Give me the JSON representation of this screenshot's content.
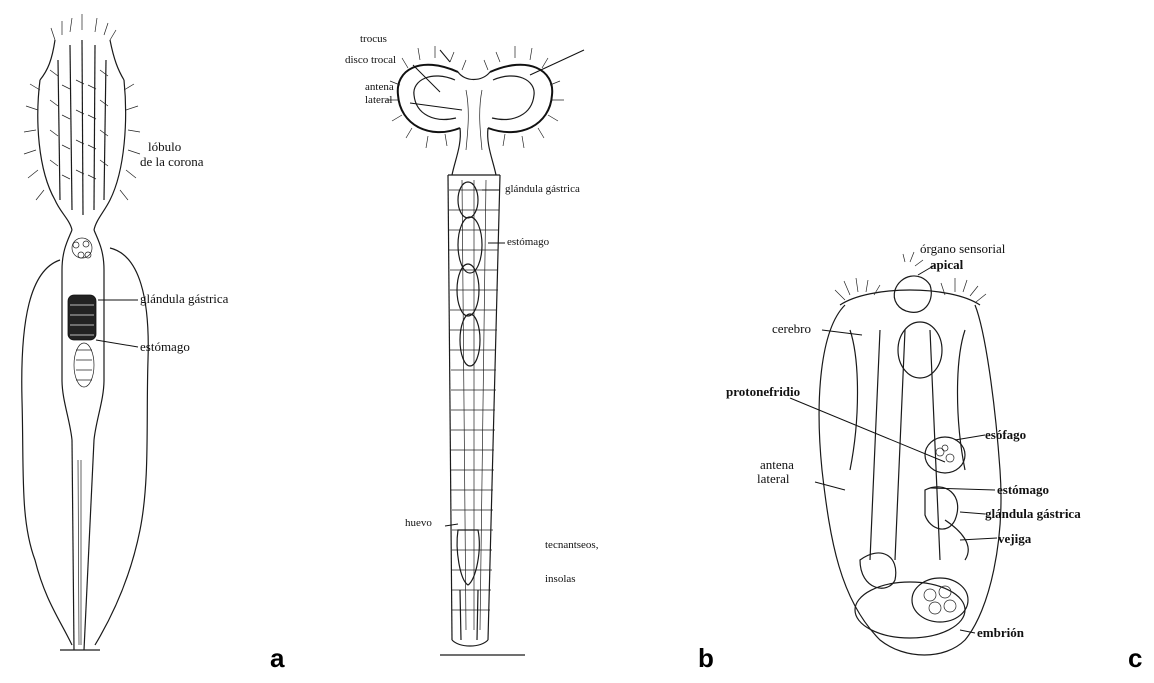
{
  "panels": [
    {
      "letter": "a",
      "labels": {
        "lobulo": "lóbulo",
        "corona": "de la corona",
        "glandula": "glándula gástrica",
        "estomago": "estómago"
      }
    },
    {
      "letter": "b",
      "labels": {
        "trocus": "trocus",
        "disco": "disco trocal",
        "antena1": "antena",
        "antena2": "lateral",
        "glandula": "glándula gástrica",
        "estomago": "estómago",
        "huevo": "huevo",
        "note1": "tecnantseos,",
        "note2": "insolas"
      }
    },
    {
      "letter": "c",
      "labels": {
        "organo1": "órgano sensorial",
        "organo2": "apical",
        "cerebro": "cerebro",
        "protonefridio": "protonefridio",
        "esofago": "esófago",
        "antena1": "antena",
        "antena2": "lateral",
        "estomago": "estómago",
        "glandula": "glándula gástrica",
        "vejiga": "vejiga",
        "embrion": "embrión"
      }
    }
  ],
  "colors": {
    "ink": "#1a1a1a",
    "background": "#ffffff"
  }
}
